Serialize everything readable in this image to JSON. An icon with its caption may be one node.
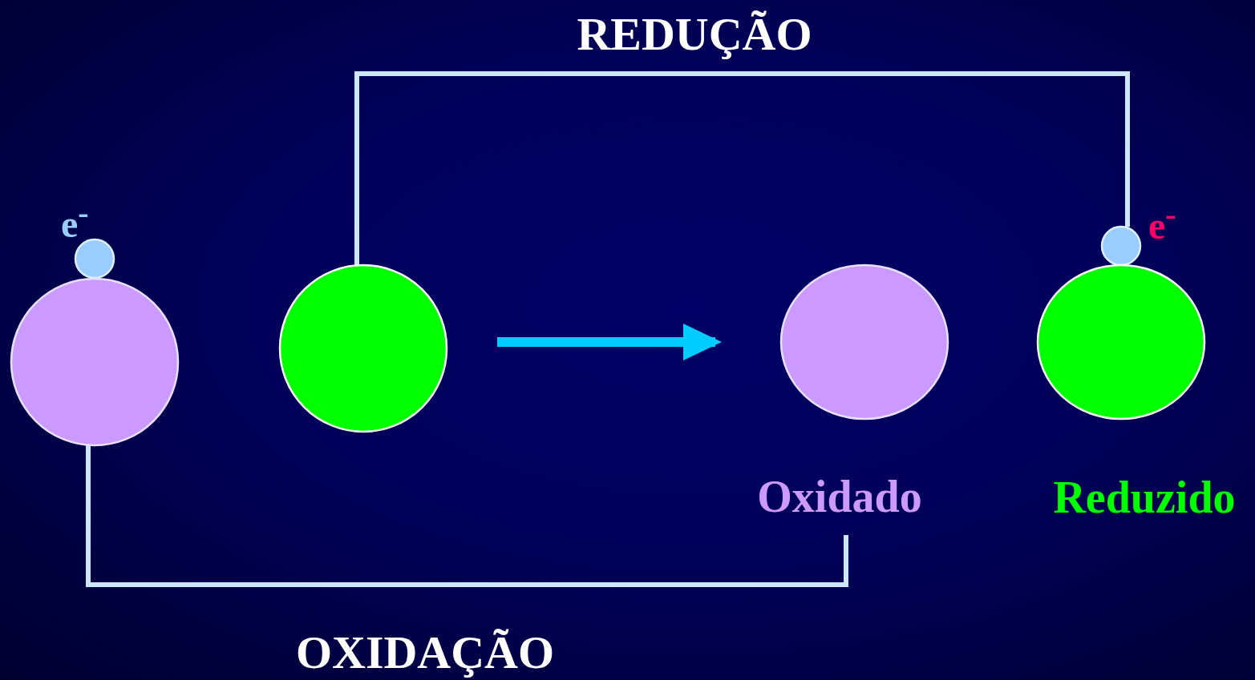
{
  "diagram": {
    "nodes": [
      {
        "text": [],
        "shape": "circle",
        "beside": [
          "e$^{-}$"
        ]
      },
      {
        "text": [],
        "shape": "circle"
      },
      {
        "text": [],
        "shape": "circle"
      },
      {
        "text": [],
        "shape": "circle",
        "beside": [
          "Oxidado"
        ]
      },
      {
        "text": [],
        "shape": "circle",
        "beside": [
          "e$^{-}$"
        ]
      },
      {
        "text": [],
        "shape": "circle",
        "beside": [
          "Reduzido"
        ]
      }
    ],
    "edges": [
      {
        "from": 2,
        "to": 3,
        "arrow": "to",
        "style": "thick",
        "color": "#00ccff"
      },
      {
        "from": 2,
        "to": 4,
        "arrow": "none",
        "label": "REDUÇÃO"
      },
      {
        "from": 1,
        "to": 3,
        "arrow": "none",
        "label": "OXIDAÇÃO"
      }
    ]
  }
}
